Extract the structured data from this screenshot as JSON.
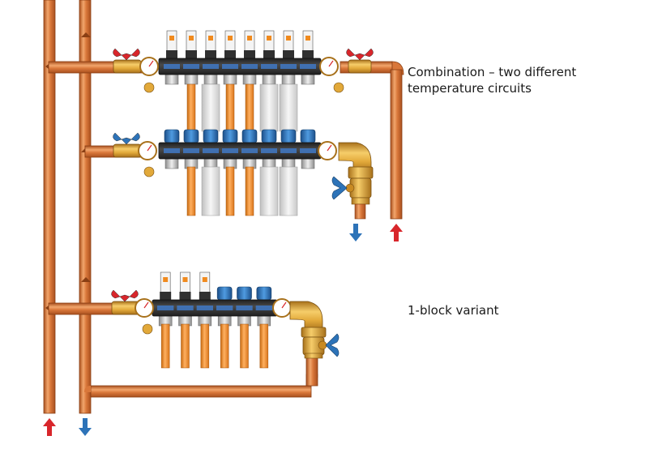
{
  "captions": {
    "top_line1": "Combination – two different",
    "top_line2": "temperature circuits",
    "bottom": "1-block variant"
  },
  "colors": {
    "copper": "#d9773a",
    "copper_dark": "#a9501f",
    "copper_light": "#f2a66c",
    "brass": "#e2a93a",
    "brass_dark": "#a8711b",
    "manifold": "#3c3c3c",
    "manifold_label": "#3f78c4",
    "pipe_orange": "#f08a1e",
    "pipe_insulated": "#e6e6e6",
    "handle_red": "#d8262b",
    "handle_blue": "#2d73b8",
    "arrow_red": "#d8262b",
    "arrow_blue": "#2d73b8"
  },
  "manifolds": [
    {
      "id": "top-supply",
      "handle": "red",
      "top_fittings": "flowmeter",
      "outlets": [
        "orange",
        "insulated",
        "orange",
        "orange",
        "insulated",
        "insulated"
      ]
    },
    {
      "id": "top-return",
      "handle": "blue",
      "top_fittings": "valve-cap",
      "outlets": [
        "orange",
        "insulated",
        "orange",
        "orange",
        "insulated",
        "insulated"
      ]
    },
    {
      "id": "one-block",
      "handle": "red",
      "top_fittings": "mixed",
      "outlets": [
        "orange",
        "orange",
        "orange",
        "orange",
        "orange",
        "orange"
      ]
    }
  ],
  "arrows": [
    {
      "id": "return-out-top",
      "direction": "down",
      "color": "blue"
    },
    {
      "id": "supply-in-top",
      "direction": "up",
      "color": "red"
    },
    {
      "id": "supply-main",
      "direction": "up",
      "color": "red"
    },
    {
      "id": "return-main",
      "direction": "down",
      "color": "blue"
    }
  ]
}
